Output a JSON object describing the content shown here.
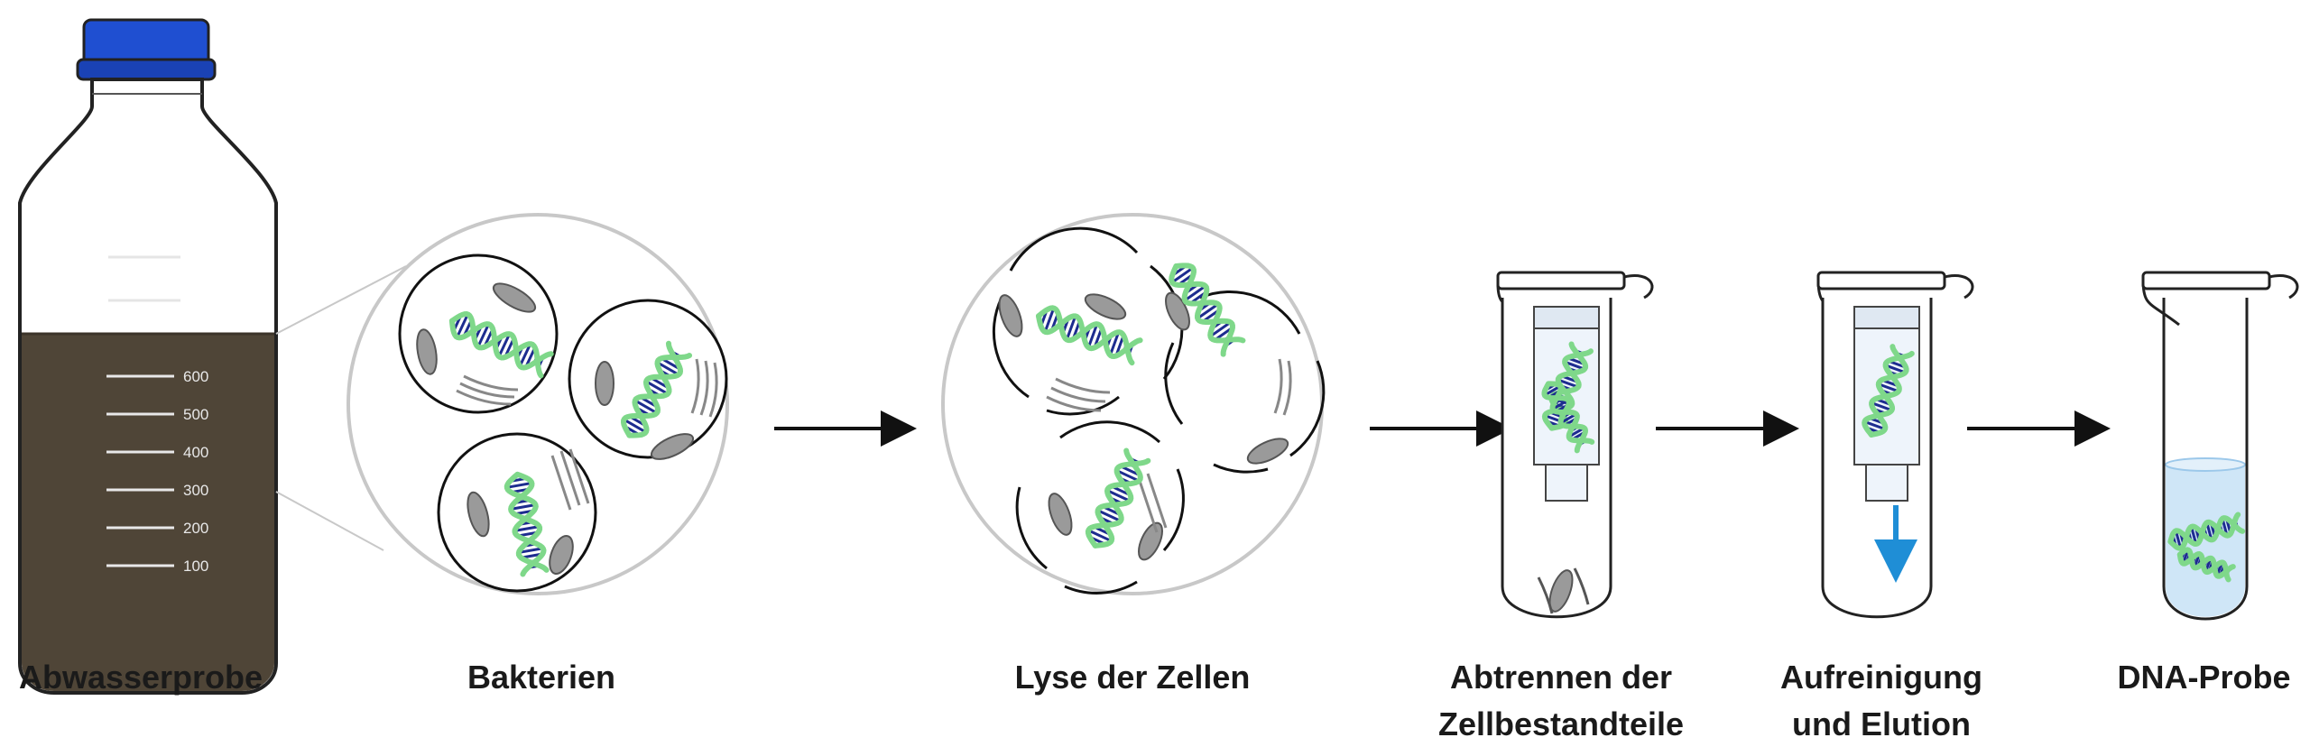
{
  "steps": [
    {
      "label": "Abwasserprobe"
    },
    {
      "label": "Bakterien"
    },
    {
      "label": "Lyse der Zellen"
    },
    {
      "label_line1": "Abtrennen der",
      "label_line2": "Zellbestandteile"
    },
    {
      "label_line1": "Aufreinigung",
      "label_line2": "und Elution"
    },
    {
      "label": "DNA-Probe"
    }
  ],
  "bottle": {
    "scale_marks": [
      "600",
      "500",
      "400",
      "300",
      "200",
      "100"
    ],
    "cap_color": "#1f4fd1",
    "liquid_color": "#4f4537"
  },
  "colors": {
    "dna_strand_a": "#7fd88a",
    "dna_strand_b": "#1d2c8f",
    "elution_arrow": "#1f8ed6",
    "eluate": "#cfe6f7"
  }
}
